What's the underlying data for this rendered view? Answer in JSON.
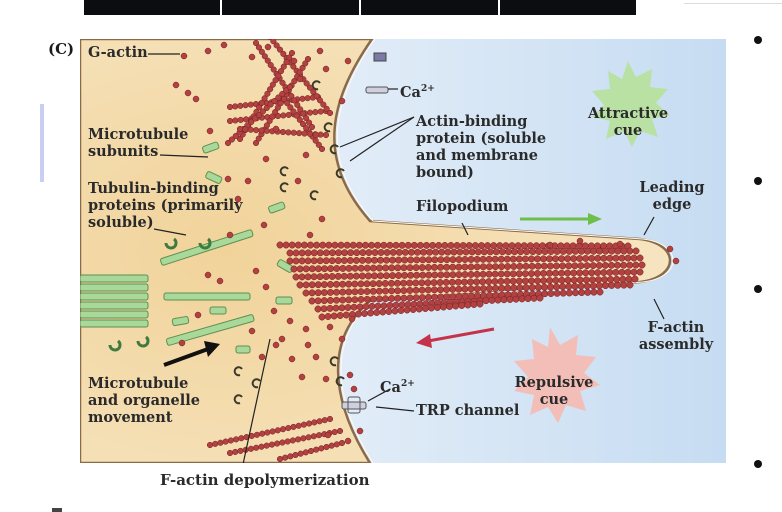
{
  "panel_label": "(C)",
  "labels": {
    "g_actin": "G-actin",
    "microtubule_subunits": [
      "Microtubule",
      "subunits"
    ],
    "tubulin_binding": [
      "Tubulin-binding",
      "proteins (primarily",
      "soluble)"
    ],
    "ca_top": "Ca",
    "ca_bottom": "Ca",
    "ca_sup": "2+",
    "actin_binding": [
      "Actin-binding",
      "protein (soluble",
      "and membrane",
      "bound)"
    ],
    "filopodium": "Filopodium",
    "attractive_cue": [
      "Attractive",
      "cue"
    ],
    "leading_edge": [
      "Leading",
      "edge"
    ],
    "f_actin_assembly": [
      "F-actin",
      "assembly"
    ],
    "repulsive_cue": [
      "Repulsive",
      "cue"
    ],
    "trp_channel": "TRP channel",
    "microtubule_movement": [
      "Microtubule",
      "and organelle",
      "movement"
    ],
    "f_actin_depolymerization": "F-actin depolymerization"
  },
  "colors": {
    "cytoplasm": "#f4ddb0",
    "outside": "#d6e6f6",
    "actin_bead": "#b34141",
    "microtubule": "#a9d99b",
    "attractive_cue": "#b6e0a2",
    "repulsive_cue": "#f2bcb6",
    "green_arrow": "#6dbf4a",
    "red_arrow": "#c4334a"
  }
}
